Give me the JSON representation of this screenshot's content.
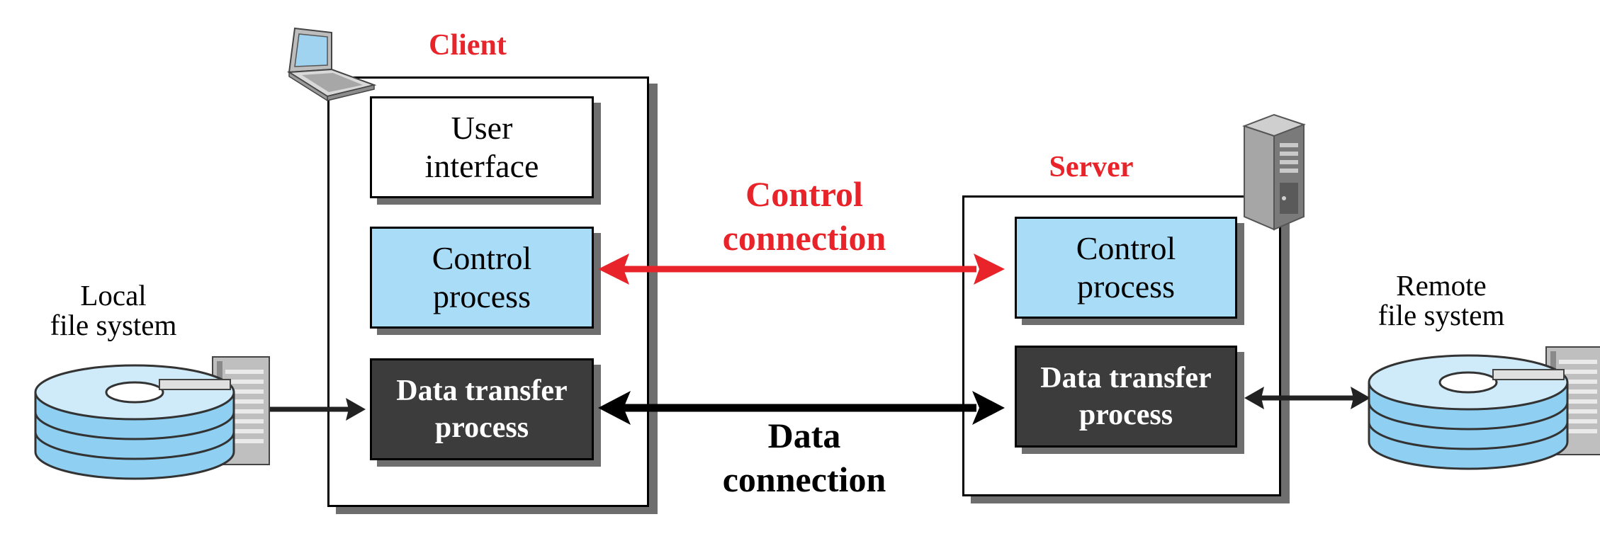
{
  "client": {
    "title": "Client",
    "user_interface": "User\ninterface",
    "control_process": "Control\nprocess",
    "data_transfer_process": "Data transfer\nprocess"
  },
  "server": {
    "title": "Server",
    "control_process": "Control\nprocess",
    "data_transfer_process": "Data transfer\nprocess"
  },
  "control_connection": "Control\nconnection",
  "data_connection": "Data\nconnection",
  "local_fs": "Local\nfile system",
  "remote_fs": "Remote\nfile system",
  "colors": {
    "accent_red": "#e8242a",
    "process_blue": "#a9dcf7",
    "dark_box": "#3c3c3c",
    "disk_blue": "#8fd0f2"
  },
  "icons": [
    "laptop-icon",
    "server-tower-icon",
    "disk-stack-icon"
  ]
}
